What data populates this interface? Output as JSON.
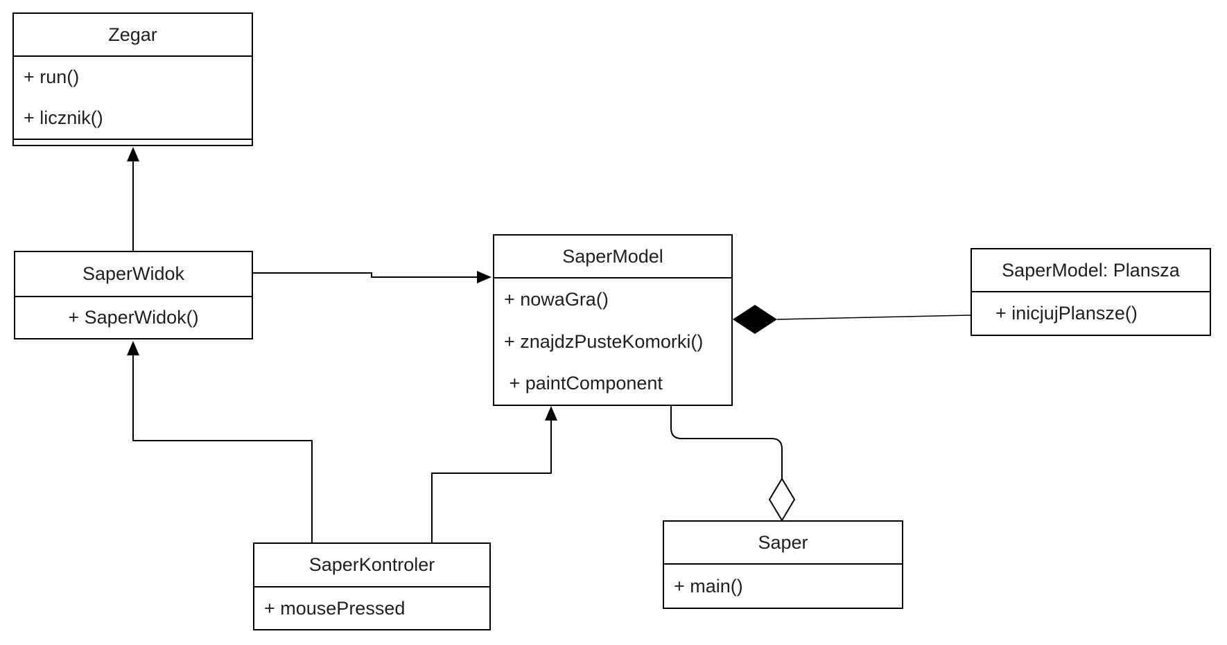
{
  "diagram": {
    "background": "#ffffff",
    "stroke_color": "#000000",
    "text_color": "#1f1f1f",
    "classes": [
      {
        "title": "Zegar",
        "members": [
          "+ run()",
          "+ licznik()"
        ]
      },
      {
        "title": "SaperWidok",
        "members": [
          "+ SaperWidok()"
        ]
      },
      {
        "title": "SaperModel",
        "members": [
          "+ nowaGra()",
          "+ znajdzPusteKomorki()",
          " + paintComponent"
        ]
      },
      {
        "title": "SaperModel: Plansza",
        "members": [
          "+ inicjujPlansze()"
        ]
      },
      {
        "title": "SaperKontroler",
        "members": [
          "+ mousePressed"
        ]
      },
      {
        "title": "Saper",
        "members": [
          "+ main()"
        ]
      }
    ],
    "relations": [
      {
        "from": "SaperWidok",
        "to": "Zegar",
        "type": "arrow"
      },
      {
        "from": "SaperWidok",
        "to": "SaperModel",
        "type": "arrow"
      },
      {
        "from": "SaperKontroler",
        "to": "SaperWidok",
        "type": "arrow"
      },
      {
        "from": "SaperKontroler",
        "to": "SaperModel",
        "type": "arrow"
      },
      {
        "from": "SaperModel",
        "to": "SaperModel: Plansza",
        "type": "composition-filled-diamond"
      },
      {
        "from": "SaperModel",
        "to": "Saper",
        "type": "aggregation-open-diamond"
      }
    ]
  }
}
